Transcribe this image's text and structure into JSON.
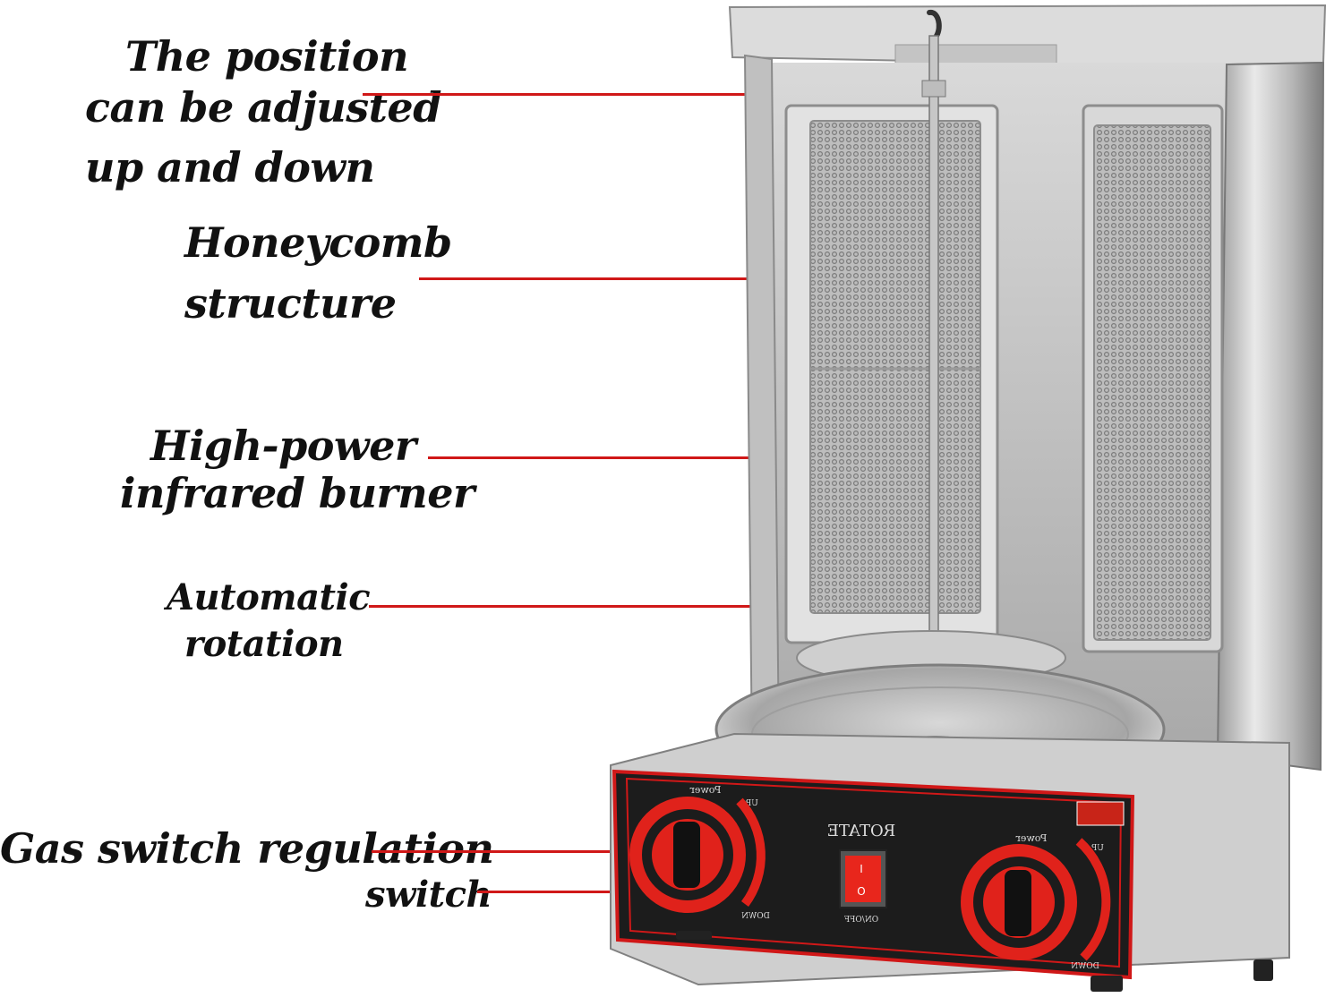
{
  "callouts": {
    "position": [
      "The position",
      "can be adjusted",
      "up and down"
    ],
    "honeycomb": [
      "Honeycomb",
      "structure"
    ],
    "burner": [
      "High-power",
      "infrared burner"
    ],
    "rotation": [
      "Automatic",
      "rotation"
    ],
    "gas": [
      "Gas switch regulation"
    ],
    "switch": [
      "switch"
    ]
  },
  "panel": {
    "title": "ROTATE",
    "knob_left_top": "Power",
    "knob_right_top": "Power",
    "knob_up": "UP",
    "knob_down": "DOWN",
    "switch_caption": "ON/OFF"
  },
  "colors": {
    "leader": "#d01818",
    "steel": "#c9c9c9",
    "panel": "#1a1a1a",
    "knob": "#e0221b"
  }
}
